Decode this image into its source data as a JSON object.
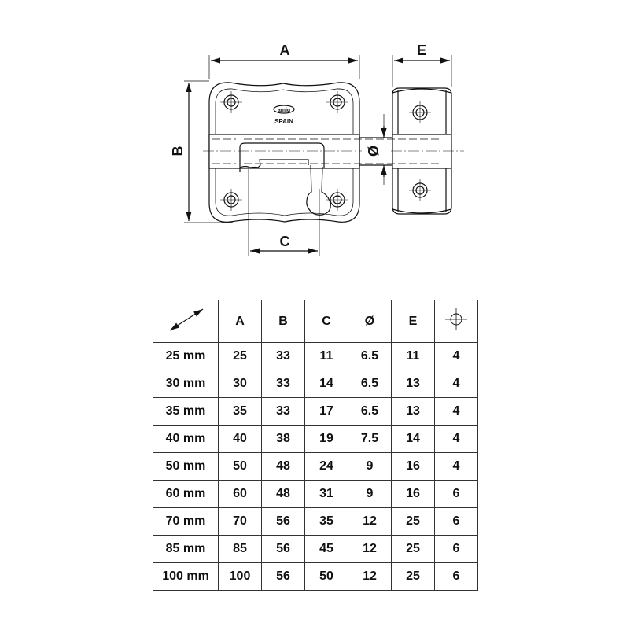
{
  "drawing": {
    "brand_logo": "amig",
    "origin_text": "SPAIN",
    "dimension_labels": {
      "a": "A",
      "b": "B",
      "c": "C",
      "diameter": "Ø",
      "e": "E"
    }
  },
  "table": {
    "header_icons": {
      "size": "diagonal-dimension-arrow-icon",
      "screw": "screw-hole-crosshair-icon"
    },
    "columns": [
      "A",
      "B",
      "C",
      "Ø",
      "E"
    ],
    "rows": [
      [
        "25 mm",
        "25",
        "33",
        "11",
        "6.5",
        "11",
        "4"
      ],
      [
        "30 mm",
        "30",
        "33",
        "14",
        "6.5",
        "13",
        "4"
      ],
      [
        "35 mm",
        "35",
        "33",
        "17",
        "6.5",
        "13",
        "4"
      ],
      [
        "40 mm",
        "40",
        "38",
        "19",
        "7.5",
        "14",
        "4"
      ],
      [
        "50 mm",
        "50",
        "48",
        "24",
        "9",
        "16",
        "4"
      ],
      [
        "60 mm",
        "60",
        "48",
        "31",
        "9",
        "16",
        "6"
      ],
      [
        "70 mm",
        "70",
        "56",
        "35",
        "12",
        "25",
        "6"
      ],
      [
        "85 mm",
        "85",
        "56",
        "45",
        "12",
        "25",
        "6"
      ],
      [
        "100 mm",
        "100",
        "56",
        "50",
        "12",
        "25",
        "6"
      ]
    ]
  }
}
